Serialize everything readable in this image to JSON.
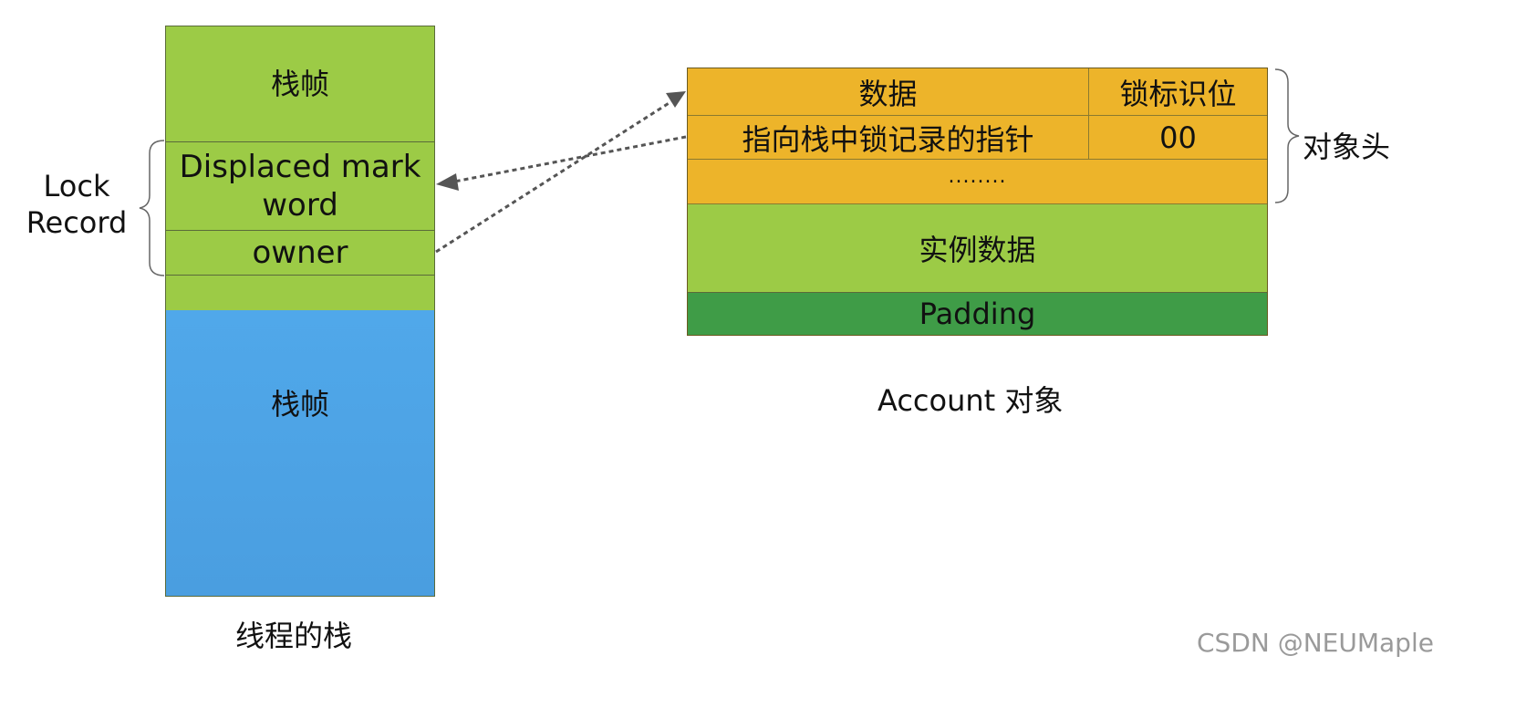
{
  "stack": {
    "top_frame_label": "栈帧",
    "displaced_mark_word": "Displaced mark word",
    "owner": "owner",
    "bottom_frame_label": "栈帧",
    "caption": "线程的栈"
  },
  "lock_record": {
    "label": "Lock Record"
  },
  "object": {
    "header_col_data": "数据",
    "header_col_lock_bits": "锁标识位",
    "row_pointer_label": "指向栈中锁记录的指针",
    "row_pointer_bits": "00",
    "row_ellipsis": "........",
    "instance_data": "实例数据",
    "padding": "Padding",
    "header_brace_label": "对象头",
    "caption": "Account 对象"
  },
  "watermark": {
    "text": "CSDN @NEUMaple"
  },
  "colors": {
    "stack_green": "#9ccb46",
    "stack_blue": "#4ea5e6",
    "header_orange": "#edb42a",
    "instance_green": "#9ccb46",
    "padding_green": "#3f9c47",
    "border": "#555555",
    "arrow": "#555555"
  }
}
